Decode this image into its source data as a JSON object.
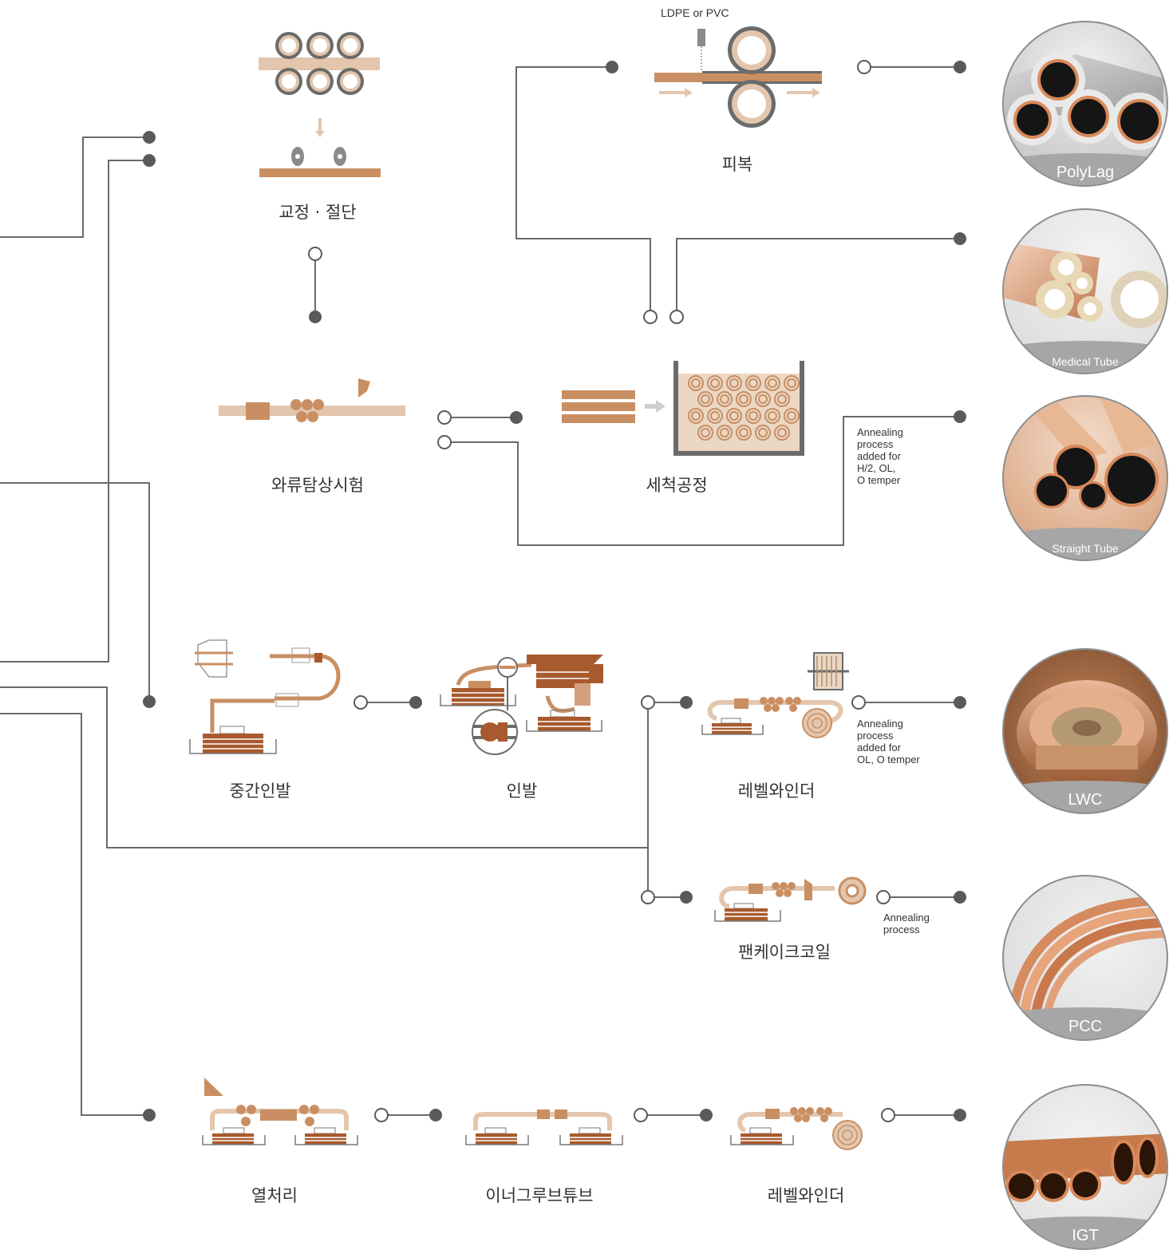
{
  "labels": {
    "straighten_cut": "교정 · 절단",
    "coating": "피복",
    "eddy_test": "와류탐상시험",
    "cleaning": "세척공정",
    "intermediate_draw": "중간인발",
    "draw": "인발",
    "level_winder_1": "레벨와인더",
    "pancake_coil": "팬케이크코일",
    "heat_treatment": "열처리",
    "inner_groove": "이너그루브튜브",
    "level_winder_2": "레벨와인더"
  },
  "material_label": "LDPE or PVC",
  "notes": {
    "straight": "Annealing\nprocess\nadded for\nH/2, OL,\nO temper",
    "lwc": "Annealing\nprocess\nadded for\nOL, O temper",
    "pcc": "Annealing\nprocess"
  },
  "products": [
    {
      "name": "PolyLag",
      "icon": "polylag-photo-icon"
    },
    {
      "name": "Medical Tube",
      "icon": "medical-tube-photo-icon"
    },
    {
      "name": "Straight Tube",
      "icon": "straight-tube-photo-icon"
    },
    {
      "name": "LWC",
      "icon": "lwc-photo-icon"
    },
    {
      "name": "PCC",
      "icon": "pcc-photo-icon"
    },
    {
      "name": "IGT",
      "icon": "igt-photo-icon"
    }
  ],
  "colors": {
    "copper": "#c98f63",
    "copper_light": "#e3c6ad",
    "copper_dark": "#a85a2e",
    "line": "#6a6a6a",
    "dot": "#5a5a5a"
  }
}
